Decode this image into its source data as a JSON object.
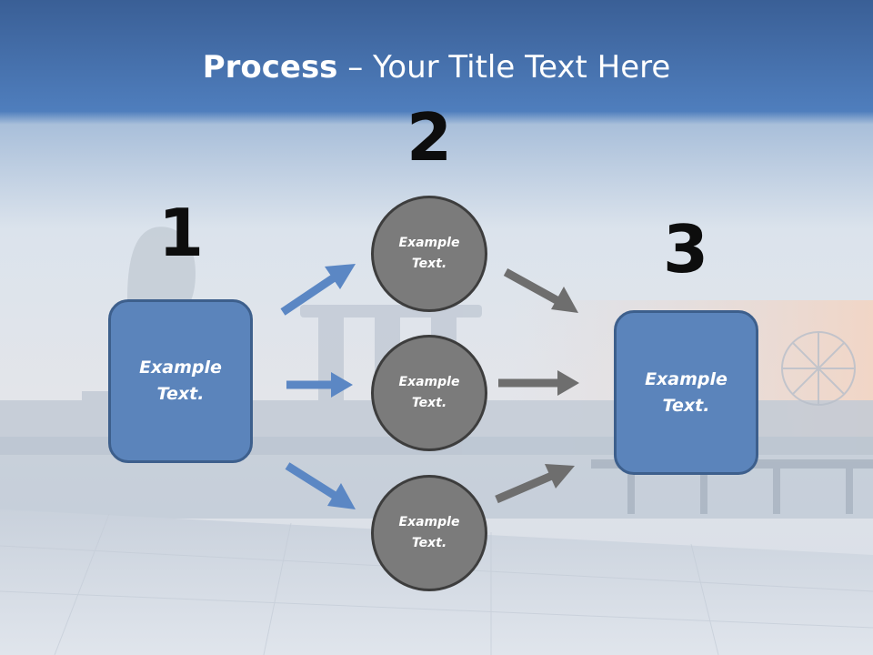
{
  "slide": {
    "title_bold": "Process",
    "title_rest": " – Your Title Text Here"
  },
  "steps": {
    "one": {
      "number": "1",
      "label": "Example Text."
    },
    "two": {
      "number": "2",
      "circles": [
        {
          "label": "Example Text."
        },
        {
          "label": "Example Text."
        },
        {
          "label": "Example Text."
        }
      ]
    },
    "three": {
      "number": "3",
      "label": "Example Text."
    }
  },
  "colors": {
    "header_blue": "#3f6aa6",
    "box_fill": "#5b84bb",
    "box_border": "#3d5f8c",
    "circle_fill": "#7b7b7b",
    "circle_border": "#3d3d3d",
    "arrow_blue": "#5b87c4",
    "arrow_gray": "#6e6e6e"
  }
}
